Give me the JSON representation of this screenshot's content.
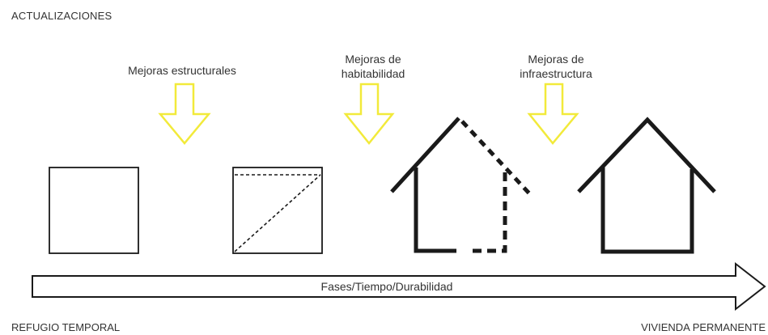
{
  "title": "ACTUALIZACIONES",
  "upgrades": [
    "Mejoras estructurales",
    "Mejoras de\nhabitabilidad",
    "Mejoras de\ninfraestructura"
  ],
  "timeline": {
    "label": "Fases/Tiempo/Durabilidad",
    "start": "REFUGIO TEMPORAL",
    "end": "VIVIENDA PERMANENTE"
  },
  "colors": {
    "arrow_accent": "#f2ea3a",
    "stroke": "#1a1a1a"
  }
}
